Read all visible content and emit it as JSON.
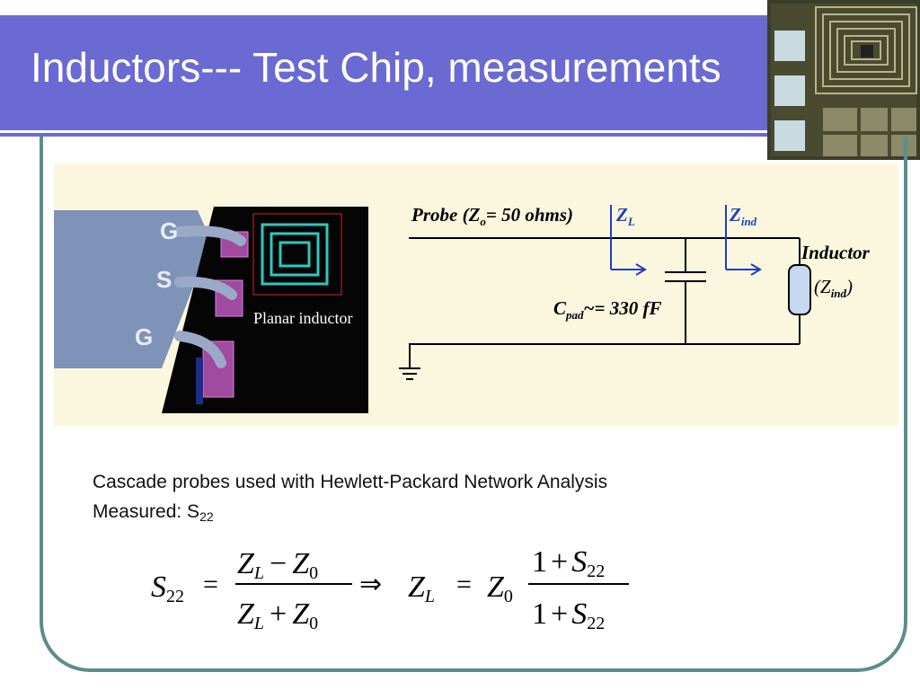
{
  "slide": {
    "title": "Inductors--- Test Chip, measurements"
  },
  "figure": {
    "probe_labels": [
      "G",
      "S",
      "G"
    ],
    "chip_label": "Planar inductor",
    "probe_line_label": "Probe (Z",
    "probe_line_sub": "o",
    "probe_line_value": "= 50 ohms)",
    "zl_label": "Z",
    "zl_sub": "L",
    "zind_label": "Z",
    "zind_sub": "ind",
    "cpad_label": "C",
    "cpad_sub": "pad",
    "cpad_value": "~= 330 fF",
    "inductor_label": "Inductor",
    "inductor_z_open": "(Z",
    "inductor_z_sub": "ind",
    "inductor_z_close": ")"
  },
  "text": {
    "line1": "Cascade probes used with Hewlett-Packard Network Analysis",
    "line2_prefix": "Measured: S",
    "line2_sub": "22"
  },
  "equation": {
    "lhs": "S",
    "lhs_sub": "22",
    "eq": "=",
    "num1": "Z",
    "num1_sub": "L",
    "minus": "−",
    "num2": "Z",
    "num2_sub": "0",
    "den1": "Z",
    "den1_sub": "L",
    "plus": "+",
    "den2": "Z",
    "den2_sub": "0",
    "implies": "⇒",
    "zl": "Z",
    "zl_sub": "L",
    "eq2": "=",
    "z0": "Z",
    "z0_sub": "0",
    "rnum_one": "1",
    "rnum_plus": "+",
    "rnum_s": "S",
    "rnum_sub": "22",
    "rden_one": "1",
    "rden_plus": "+",
    "rden_s": "S",
    "rden_sub": "22"
  }
}
